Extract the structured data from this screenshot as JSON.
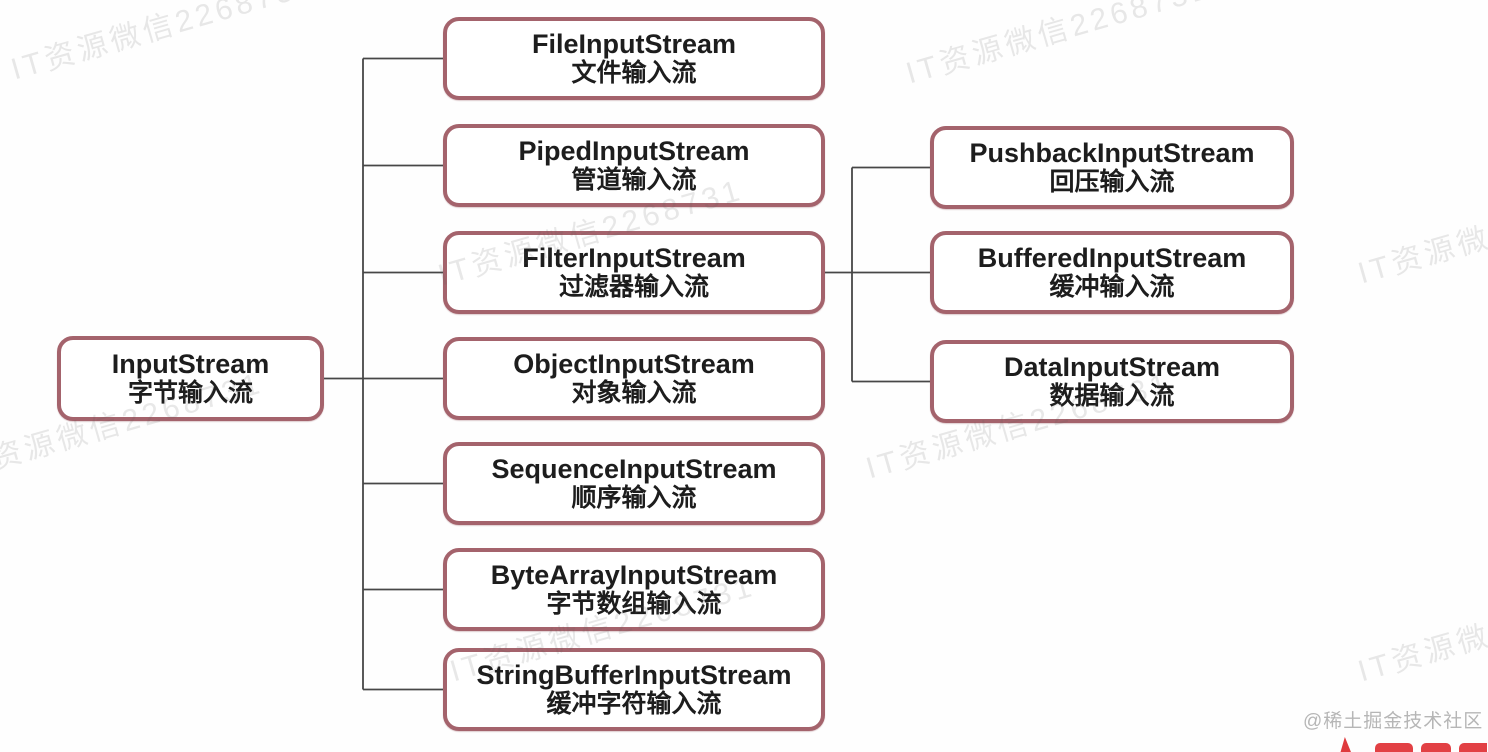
{
  "diagram": {
    "root": {
      "en": "InputStream",
      "zh": "字节输入流"
    },
    "mid_nodes": [
      {
        "en": "FileInputStream",
        "zh": "文件输入流"
      },
      {
        "en": "PipedInputStream",
        "zh": "管道输入流"
      },
      {
        "en": "FilterInputStream",
        "zh": "过滤器输入流"
      },
      {
        "en": "ObjectInputStream",
        "zh": "对象输入流"
      },
      {
        "en": "SequenceInputStream",
        "zh": "顺序输入流"
      },
      {
        "en": "ByteArrayInputStream",
        "zh": "字节数组输入流"
      },
      {
        "en": "StringBufferInputStream",
        "zh": "缓冲字符输入流"
      }
    ],
    "right_nodes": [
      {
        "en": "PushbackInputStream",
        "zh": "回压输入流"
      },
      {
        "en": "BufferedInputStream",
        "zh": "缓冲输入流"
      },
      {
        "en": "DataInputStream",
        "zh": "数据输入流"
      }
    ],
    "colors": {
      "node_border": "#a4636c",
      "node_text": "#1d1d1d",
      "connector": "#474747",
      "background": "#fefefe"
    }
  },
  "watermark": {
    "text": "IT资源微信2268731",
    "color": "rgba(95,95,95,0.14)"
  },
  "footer": {
    "credit": "@稀土掘金技术社区",
    "credit_color": "#b6b6b6",
    "logo_color": "#df3a3d"
  }
}
